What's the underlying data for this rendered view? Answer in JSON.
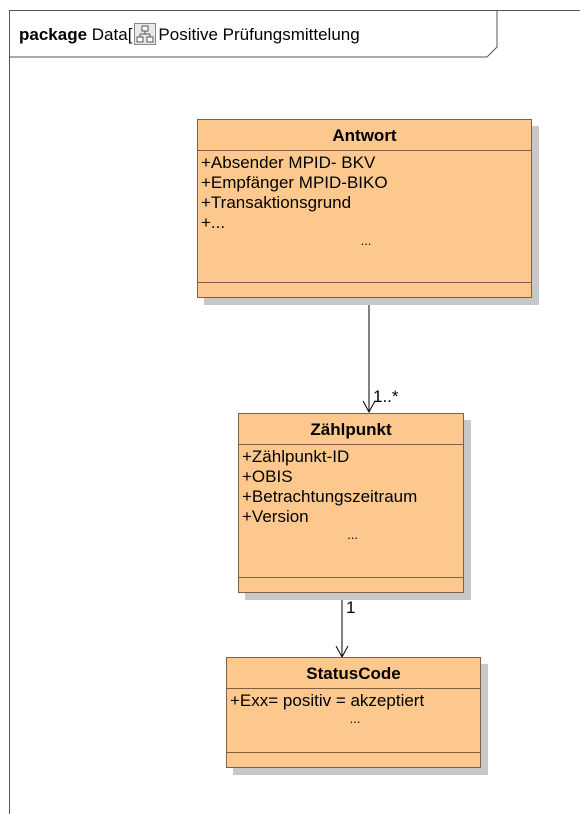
{
  "package": {
    "keyword": "package",
    "name_prefix": "Data[",
    "icon": "class-diagram-icon",
    "name": "Positive Prüfungsmittelung"
  },
  "classes": {
    "antwort": {
      "name": "Antwort",
      "attributes": [
        "+Absender MPID- BKV",
        "+Empfänger MPID-BIKO",
        "+Transaktionsgrund",
        "+..."
      ],
      "more": "..."
    },
    "zaehlpunkt": {
      "name": "Zählpunkt",
      "attributes": [
        "+Zählpunkt-ID",
        "+OBIS",
        "+Betrachtungszeitraum",
        "+Version"
      ],
      "more": "..."
    },
    "statuscode": {
      "name": "StatusCode",
      "attributes": [
        "+Exx= positiv = akzeptiert"
      ],
      "more": "..."
    }
  },
  "associations": [
    {
      "from": "Antwort",
      "to": "Zählpunkt",
      "multiplicity": "1..*"
    },
    {
      "from": "Zählpunkt",
      "to": "StatusCode",
      "multiplicity": "1"
    }
  ],
  "colors": {
    "class_fill": "#fcc88e",
    "class_border": "#7f6040",
    "shadow": "#c8c8c8"
  }
}
